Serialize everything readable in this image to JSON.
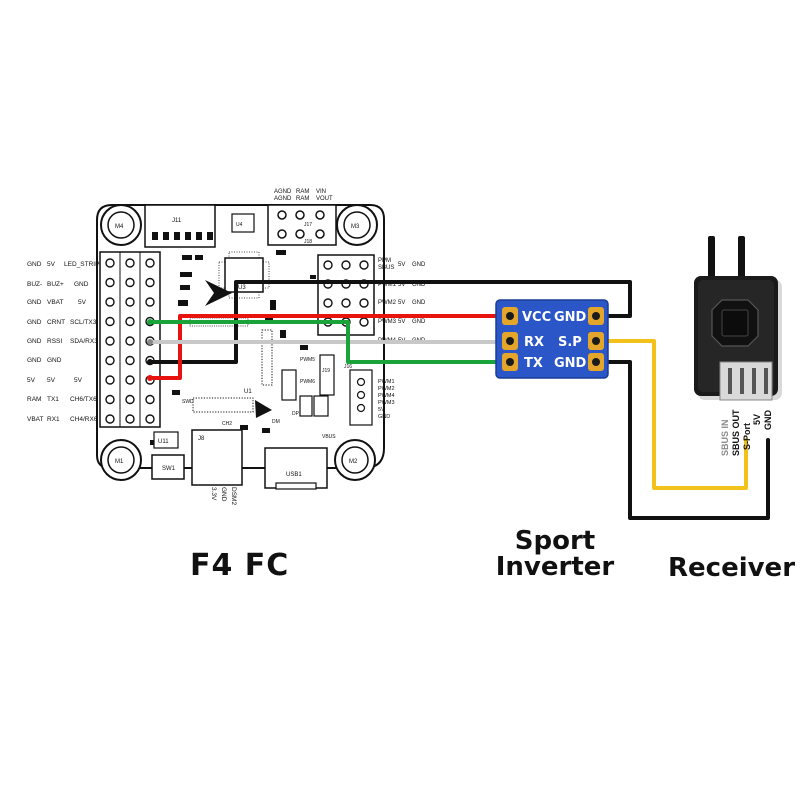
{
  "captions": {
    "fc": "F4 FC",
    "inverter_line1": "Sport",
    "inverter_line2": "Inverter",
    "receiver": "Receiver"
  },
  "fc_board": {
    "mount_labels": [
      "M4",
      "M3",
      "M1",
      "M2"
    ],
    "left_pin_rows": [
      [
        "GND",
        "5V",
        "LED_STRIP"
      ],
      [
        "BUZ-",
        "BUZ+",
        "GND"
      ],
      [
        "GND",
        "VBAT",
        "5V"
      ],
      [
        "GND",
        "CRNT",
        "SCL/TX3"
      ],
      [
        "GND",
        "RSSI",
        "SDA/RX3"
      ],
      [
        "GND",
        "GND",
        ""
      ],
      [
        "5V",
        "5V",
        "5V"
      ],
      [
        "RAM",
        "TX1",
        "CH6/TX6"
      ],
      [
        "VBAT",
        "RX1",
        "CH4/RX6"
      ]
    ],
    "right_pin_rows": [
      [
        "PPM",
        "SBUS",
        "5V",
        "GND"
      ],
      [
        "PWM1",
        "5V",
        "GND"
      ],
      [
        "PWM2",
        "5V",
        "GND"
      ],
      [
        "PWM3",
        "5V",
        "GND"
      ],
      [
        "PWM4",
        "5V",
        "GND"
      ]
    ],
    "top_labels": [
      "AGND",
      "AGND",
      "RAM",
      "RAM",
      "VIN",
      "VOUT"
    ],
    "component_labels": [
      "J11",
      "U3",
      "U4",
      "J17",
      "J18",
      "U1",
      "U11",
      "J8",
      "SW1",
      "USB1",
      "J16",
      "J19",
      "PWM5",
      "PWM6",
      "CH2",
      "SWD",
      "DM",
      "DP",
      "VBUS"
    ],
    "bottom_labels": [
      "DSM2",
      "GND",
      "3.3V"
    ],
    "pwm_side_labels": [
      "PWM1",
      "PWM2",
      "PWM4",
      "PWM3",
      "5V",
      "GND"
    ]
  },
  "inverter": {
    "pins_left": [
      "VCC",
      "RX",
      "TX"
    ],
    "pins_right": [
      "GND",
      "S.P",
      "GND"
    ]
  },
  "receiver": {
    "pin_labels": [
      "SBUS IN",
      "SBUS OUT",
      "S-Port",
      "5V",
      "GND"
    ]
  },
  "wires": [
    {
      "name": "black",
      "color": "#111111"
    },
    {
      "name": "red",
      "color": "#e8120f"
    },
    {
      "name": "gray",
      "color": "#c8c8c8"
    },
    {
      "name": "green",
      "color": "#19a33a"
    },
    {
      "name": "yellow",
      "color": "#f2c21a"
    }
  ],
  "colors": {
    "inverter_board": "#2a56c8",
    "pad": "#e3a62b",
    "receiver_body": "#1a1a1a"
  }
}
